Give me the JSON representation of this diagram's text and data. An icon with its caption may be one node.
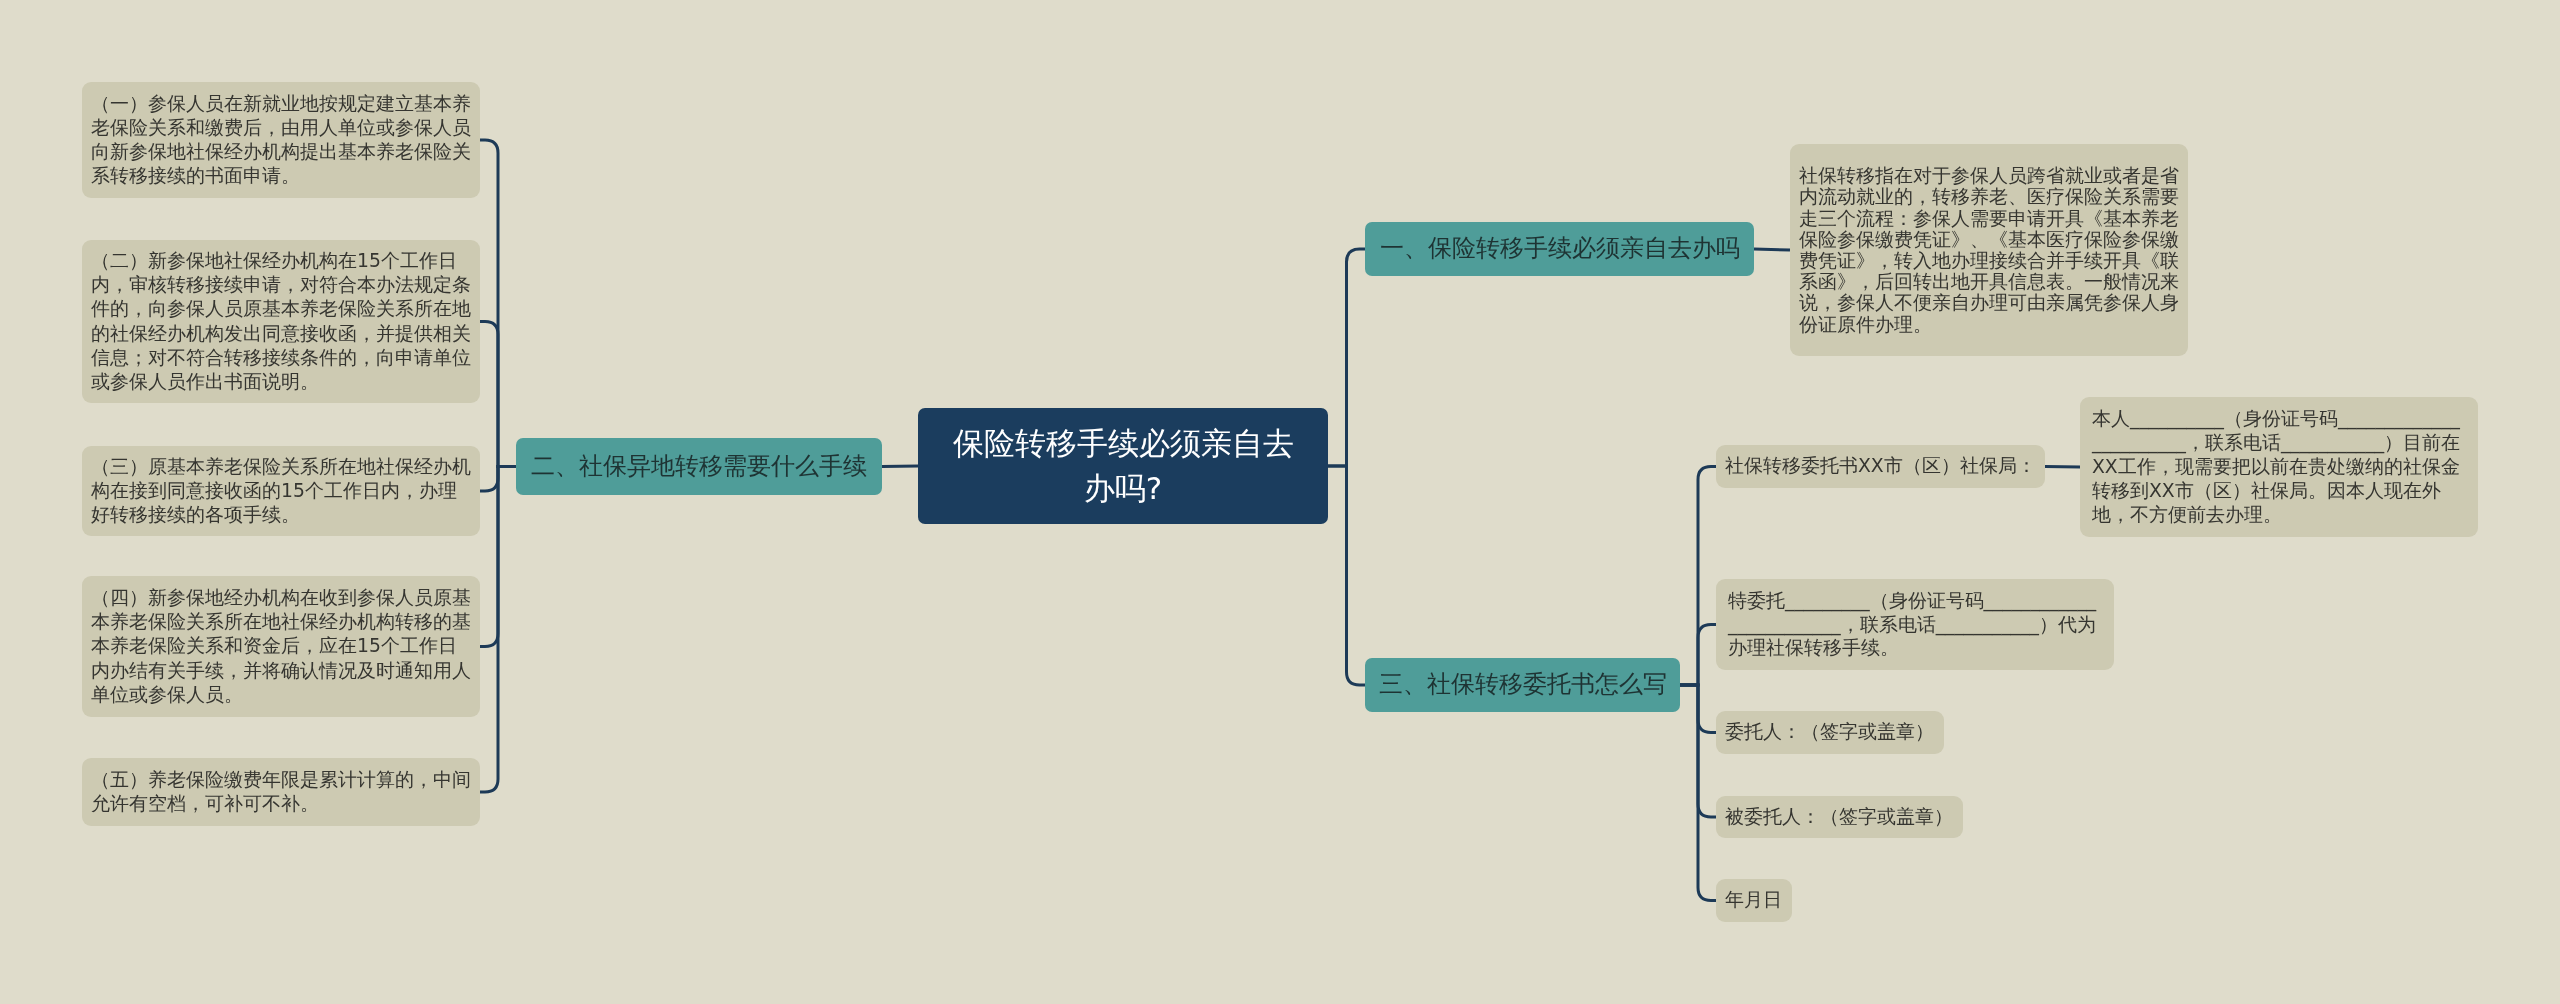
{
  "diagram": {
    "nodes": [
      {
        "text": [
          "保险转移手续必须亲自去办吗?"
        ]
      },
      {
        "text": [
          "一、保险转移手续必须亲自去办吗"
        ]
      },
      {
        "text": [
          "社保转移指在对于参保人员跨省就业或者是省内流动就业的，转移养老、医疗保险关系需要走三个流程：参保人需要申请开具《基本养老保险参保缴费凭证》、《基本医疗保险参保缴费凭证》，转入地办理接续合并手续开具《联系函》，后回转出地开具信息表。一般情况来说，参保人不便亲自办理可由亲属凭参保人身份证原件办理。"
        ]
      },
      {
        "text": [
          "二、社保异地转移需要什么手续"
        ]
      },
      {
        "text": [
          "（一）参保人员在新就业地按规定建立基本养老保险关系和缴费后，由用人单位或参保人员向新参保地社保经办机构提出基本养老保险关系转移接续的书面申请。"
        ]
      },
      {
        "text": [
          "（二）新参保地社保经办机构在15个工作日内，审核转移接续申请，对符合本办法规定条件的，向参保人员原基本养老保险关系所在地的社保经办机构发出同意接收函，并提供相关信息；对不符合转移接续条件的，向申请单位或参保人员作出书面说明。"
        ]
      },
      {
        "text": [
          "（三）原基本养老保险关系所在地社保经办机构在接到同意接收函的15个工作日内，办理好转移接续的各项手续。"
        ]
      },
      {
        "text": [
          "（四）新参保地经办机构在收到参保人员原基本养老保险关系所在地社保经办机构转移的基本养老保险关系和资金后，应在15个工作日内办结有关手续，并将确认情况及时通知用人单位或参保人员。"
        ]
      },
      {
        "text": [
          "（五）养老保险缴费年限是累计计算的，中间允许有空档，可补可不补。"
        ]
      },
      {
        "text": [
          "三、社保转移委托书怎么写"
        ]
      },
      {
        "text": [
          "社保转移委托书XX市（区）社保局："
        ]
      },
      {
        "text": [
          "本人__________（身份证号码_______________________，联系电话___________）目前在XX工作，现需要把以前在贵处缴纳的社保金转移到XX市（区）社保局。因本人现在外地，不方便前去办理。"
        ]
      },
      {
        "text": [
          "特委托_________（身份证号码________________________，联系电话___________）代为办理社保转移手续。"
        ]
      },
      {
        "text": [
          "委托人：（签字或盖章）"
        ]
      },
      {
        "text": [
          "被委托人：（签字或盖章）"
        ]
      },
      {
        "text": [
          "年月日"
        ]
      }
    ],
    "edges": [
      {
        "from": 0,
        "to": 1,
        "arrow": "none"
      },
      {
        "from": 1,
        "to": 2,
        "arrow": "none"
      },
      {
        "from": 0,
        "to": 3,
        "arrow": "none"
      },
      {
        "from": 3,
        "to": 4,
        "arrow": "none"
      },
      {
        "from": 3,
        "to": 5,
        "arrow": "none"
      },
      {
        "from": 3,
        "to": 6,
        "arrow": "none"
      },
      {
        "from": 3,
        "to": 7,
        "arrow": "none"
      },
      {
        "from": 3,
        "to": 8,
        "arrow": "none"
      },
      {
        "from": 0,
        "to": 9,
        "arrow": "none"
      },
      {
        "from": 9,
        "to": 10,
        "arrow": "none"
      },
      {
        "from": 10,
        "to": 11,
        "arrow": "none"
      },
      {
        "from": 9,
        "to": 12,
        "arrow": "none"
      },
      {
        "from": 9,
        "to": 13,
        "arrow": "none"
      },
      {
        "from": 9,
        "to": 14,
        "arrow": "none"
      },
      {
        "from": 9,
        "to": 15,
        "arrow": "none"
      }
    ]
  }
}
